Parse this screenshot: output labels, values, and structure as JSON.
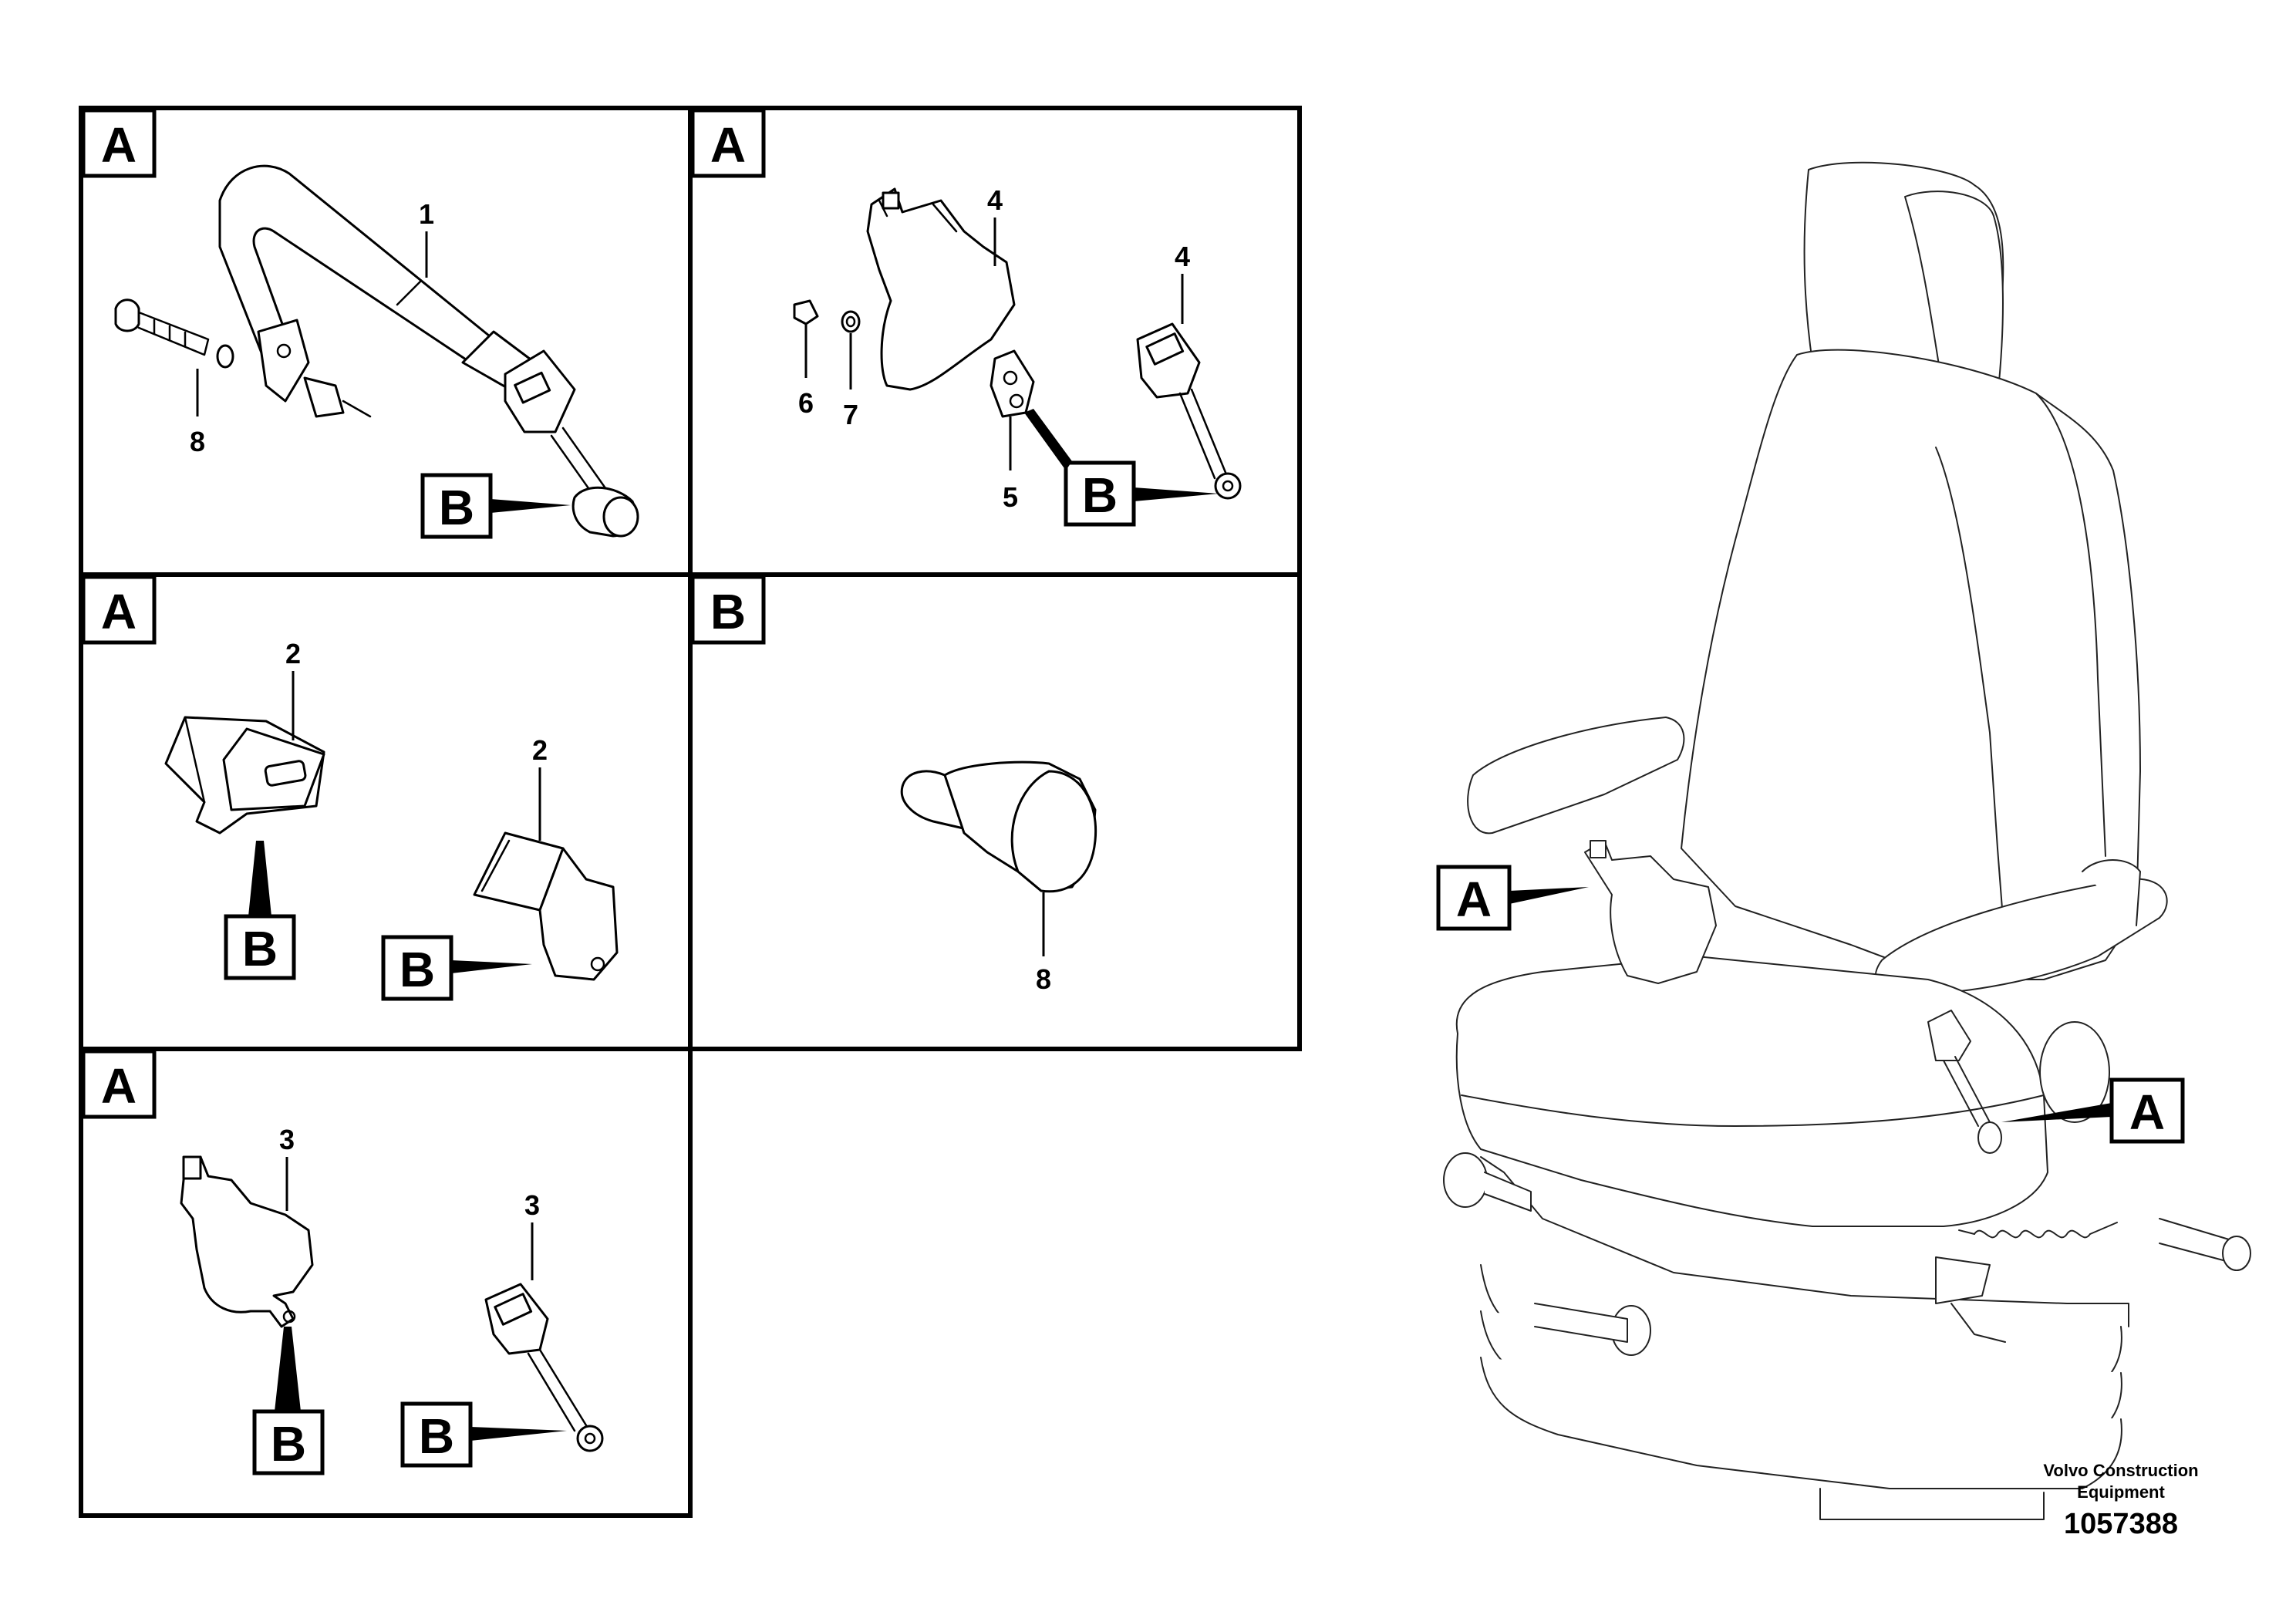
{
  "panels": [
    {
      "id": "p1",
      "letter": "A"
    },
    {
      "id": "p2",
      "letter": "A"
    },
    {
      "id": "p3",
      "letter": "A"
    },
    {
      "id": "p4",
      "letter": "B"
    },
    {
      "id": "p5",
      "letter": "A"
    }
  ],
  "callouts": {
    "b": "B",
    "a": "A"
  },
  "part_numbers": {
    "p1": [
      "1",
      "8"
    ],
    "p2": [
      "4",
      "4",
      "6",
      "7",
      "5"
    ],
    "p3": [
      "2",
      "2"
    ],
    "p4": [
      "8"
    ],
    "p5": [
      "3",
      "3"
    ]
  },
  "credit": {
    "line1": "Volvo Construction",
    "line2": "Equipment",
    "ref": "1057388"
  }
}
